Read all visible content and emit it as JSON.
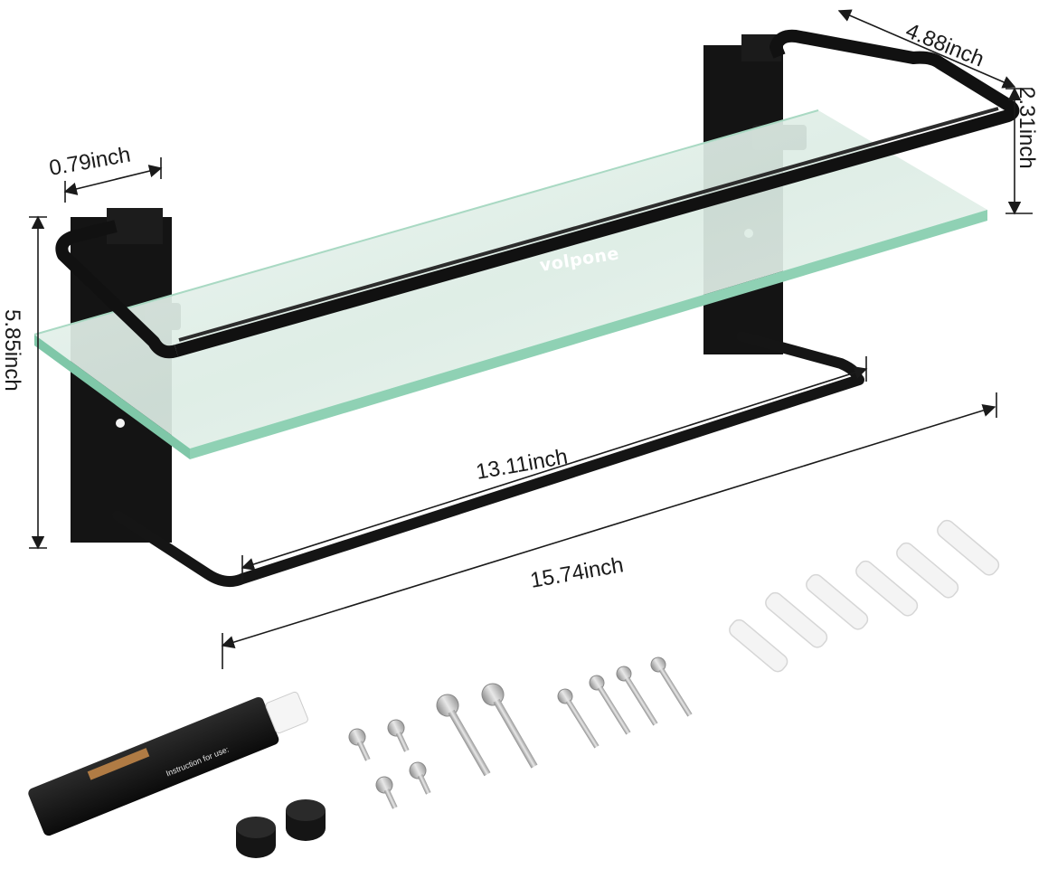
{
  "product": {
    "brand": "volpone",
    "tube_label": "Instruction for use:"
  },
  "dimensions": {
    "depth": "4.88inch",
    "bracket_height": "2.31inch",
    "bracket_width": "0.79inch",
    "total_height": "5.85inch",
    "glass_length": "13.11inch",
    "total_length": "15.74inch"
  },
  "colors": {
    "frame": "#111111",
    "glass_edge": "#7fc7a8",
    "glass_fill": "#e8f3ee",
    "screw": "#bdbdbd",
    "anchor": "#f1f1f1"
  }
}
